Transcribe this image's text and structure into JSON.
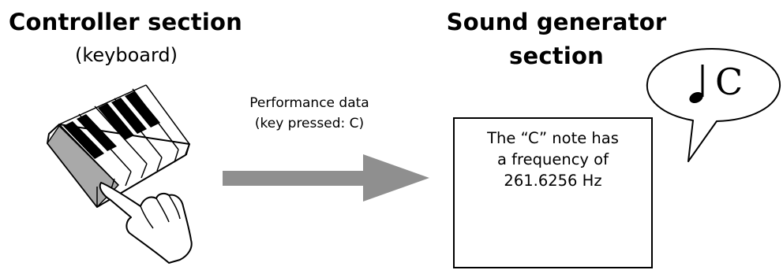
{
  "controller": {
    "title": "Controller section",
    "subtitle": "(keyboard)"
  },
  "sound_generator": {
    "title_line1": "Sound generator",
    "title_line2": "section",
    "box_line1": "The “C” note has",
    "box_line2": "a frequency of",
    "box_line3": "261.6256 Hz"
  },
  "arrow": {
    "label_line1": "Performance data",
    "label_line2": "(key pressed: C)"
  },
  "speech_bubble": {
    "note_letter": "C"
  },
  "colors": {
    "arrow_fill": "#8f8f8f",
    "key_shadow": "#a9a9a9",
    "outline": "#000000"
  }
}
